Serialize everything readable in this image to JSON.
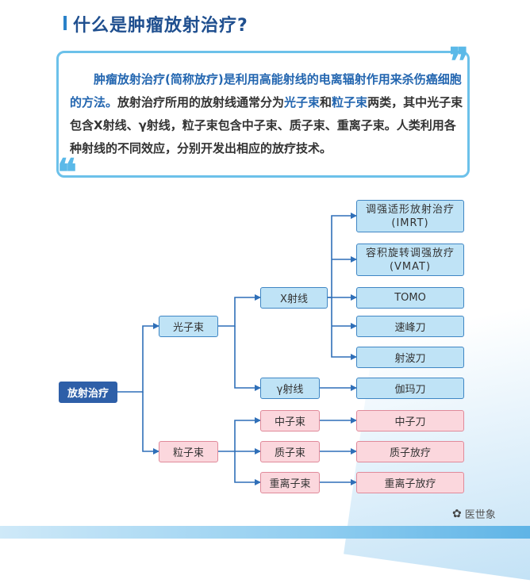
{
  "title": "什么是肿瘤放射治疗?",
  "quote": {
    "lead": "肿瘤放射治疗(简称放疗)是利用高能射线的电离辐射作用来杀伤癌细胞的方法。",
    "p1": "放射治疗所用的放射线通常分为",
    "photon": "光子束",
    "and": "和",
    "particle": "粒子束",
    "p2": "两类，其中光子束包含X射线、γ射线，粒子束包含中子束、质子束、重离子束。人类利用各种射线的不同效应，分别开发出相应的放疗技术。"
  },
  "tree": {
    "root": "放射治疗",
    "photon": "光子束",
    "particle": "粒子束",
    "xray": "X射线",
    "gamma": "γ射线",
    "neutron": "中子束",
    "proton": "质子束",
    "heavy_ion": "重离子束",
    "imrt_cn": "调强适形放射治疗",
    "imrt_en": "(IMRT)",
    "vmat_cn": "容积旋转调强放疗",
    "vmat_en": "(VMAT)",
    "tomo": "TOMO",
    "speed_knife": "速峰刀",
    "cyber_knife": "射波刀",
    "gamma_knife": "伽玛刀",
    "neutron_knife": "中子刀",
    "proton_therapy": "质子放疗",
    "heavy_ion_therapy": "重离子放疗"
  },
  "watermark": "医世象",
  "colors": {
    "title": "#1f4f8f",
    "emphasis": "#2366b0",
    "node_blue": "#bfe3f6",
    "node_root": "#2e5fa8",
    "node_pink": "#fbd7dd",
    "line": "#2f6fb8",
    "quote_border": "#6cc1ea"
  }
}
